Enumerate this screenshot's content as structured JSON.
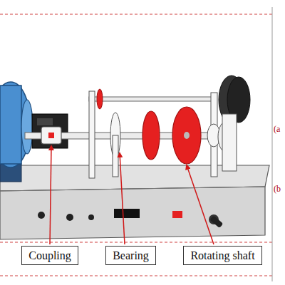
{
  "diagram": {
    "nodes": [
      {
        "text": [
          "Coupling"
        ]
      },
      {
        "text": [
          "Bearing"
        ]
      },
      {
        "text": [
          "Rotating shaft"
        ]
      }
    ],
    "labels": [
      "(a",
      "(b"
    ]
  }
}
